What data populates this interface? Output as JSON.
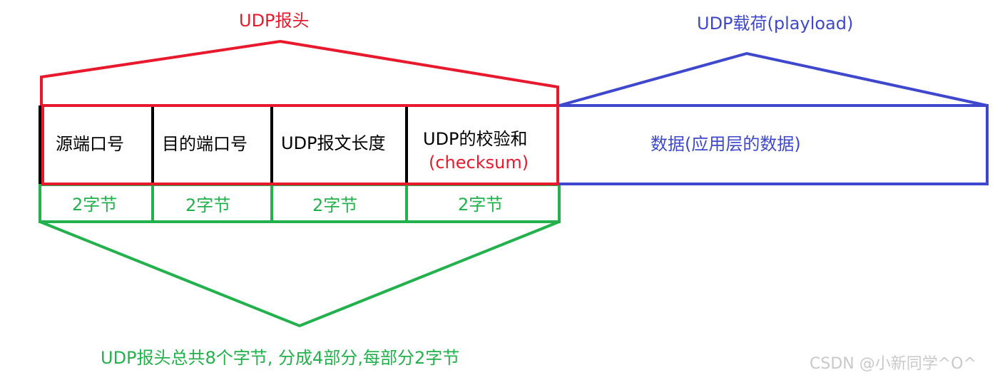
{
  "header_label": "UDP报头",
  "payload_label": "UDP载荷(playload)",
  "fields": [
    {
      "name": "源端口号"
    },
    {
      "name": "目的端口号"
    },
    {
      "name": "UDP报文长度"
    },
    {
      "name": "UDP的校验和",
      "sub": "(checksum)"
    }
  ],
  "sizes": [
    "2字节",
    "2字节",
    "2字节",
    "2字节"
  ],
  "payload_content": "数据(应用层的数据)",
  "summary": "UDP报头总共8个字节, 分成4部分,每部分2字节",
  "watermark": "CSDN @小新同学^O^",
  "colors": {
    "header": "#e8192c",
    "payload": "#3f48cc",
    "size": "#22b14c",
    "field_divider": "#000000",
    "text": "#000000"
  }
}
